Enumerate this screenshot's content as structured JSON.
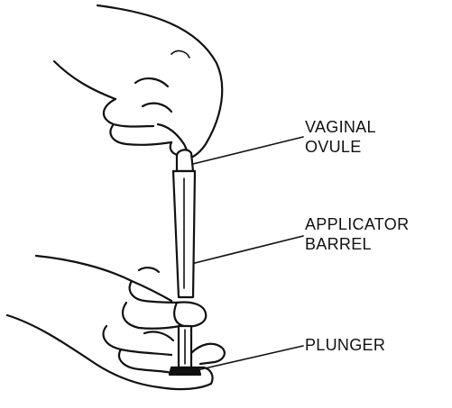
{
  "labels": {
    "ovule": [
      "VAGINAL",
      "OVULE"
    ],
    "barrel": [
      "APPLICATOR",
      "BARREL"
    ],
    "plunger": [
      "PLUNGER"
    ]
  },
  "colors": {
    "line": "#111111",
    "background": "#ffffff"
  }
}
